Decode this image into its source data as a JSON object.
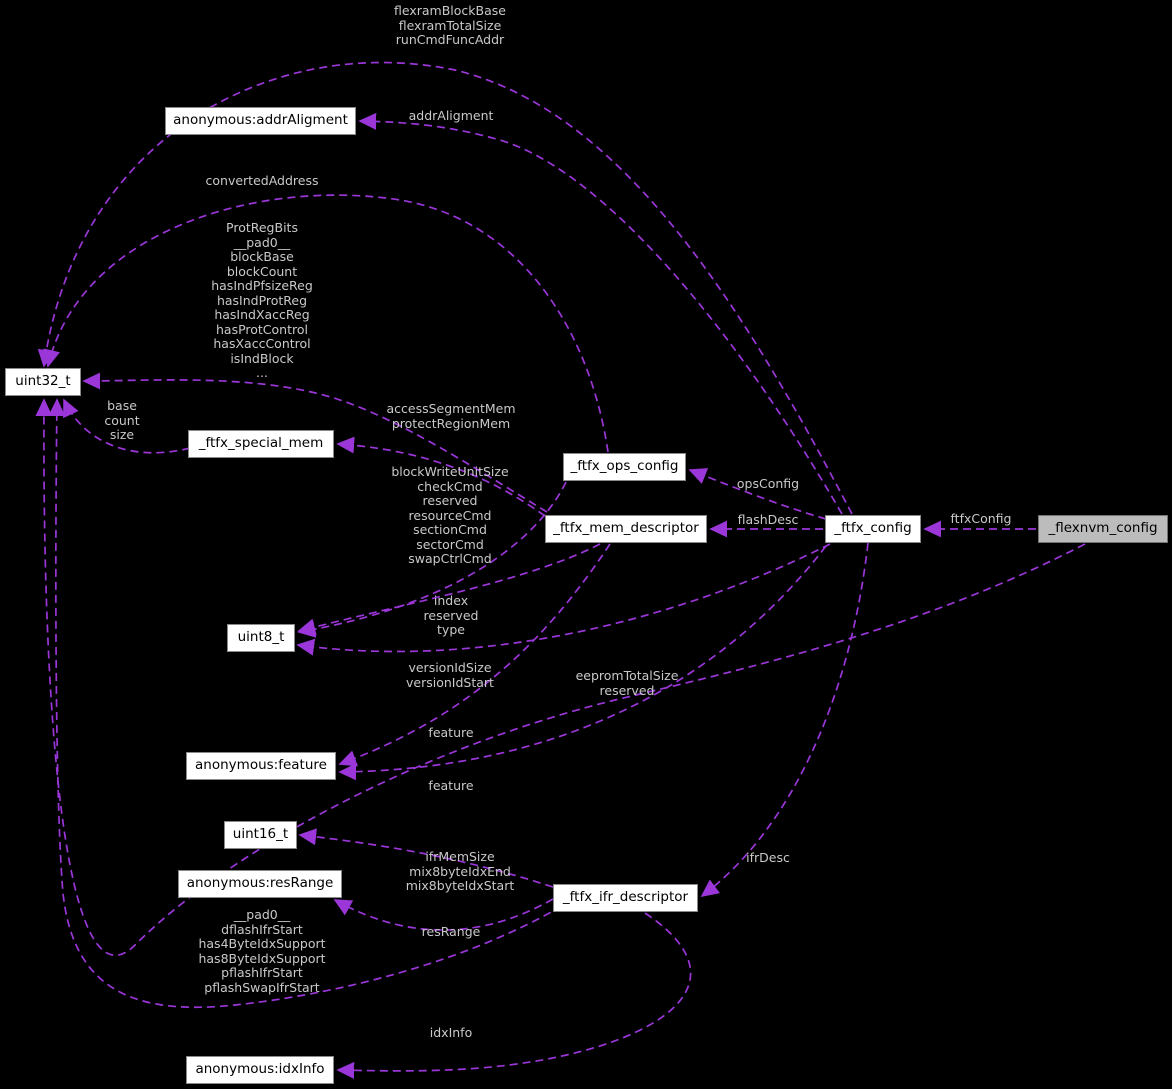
{
  "diagram": {
    "title": "Collaboration diagram for _flexnvm_config",
    "colors": {
      "bg": "#000000",
      "edge": "#9b36d9",
      "label": "#c9c9c9",
      "node_fill": "#ffffff",
      "node_border": "#8a8a8a",
      "node_text": "#000000",
      "hl_fill": "#bcbcbc",
      "hl_border": "#737373"
    }
  },
  "nodes": [
    {
      "label": "anonymous:addrAligment"
    },
    {
      "label": "uint32_t"
    },
    {
      "label": "_ftfx_special_mem"
    },
    {
      "label": "_ftfx_ops_config"
    },
    {
      "label": "_ftfx_mem_descriptor"
    },
    {
      "label": "_ftfx_config"
    },
    {
      "label": "_flexnvm_config"
    },
    {
      "label": "uint8_t"
    },
    {
      "label": "anonymous:feature"
    },
    {
      "label": "uint16_t"
    },
    {
      "label": "anonymous:resRange"
    },
    {
      "label": "_ftfx_ifr_descriptor"
    },
    {
      "label": "anonymous:idxInfo"
    }
  ],
  "edge_labels": [
    {
      "text": "flexramBlockBase\nflexramTotalSize\nrunCmdFuncAddr"
    },
    {
      "text": "addrAligment"
    },
    {
      "text": "convertedAddress"
    },
    {
      "text": "ProtRegBits\n__pad0__\nblockBase\nblockCount\nhasIndPfsizeReg\nhasIndProtReg\nhasIndXaccReg\nhasProtControl\nhasXaccControl\nisIndBlock\n..."
    },
    {
      "text": "base\ncount\nsize"
    },
    {
      "text": "accessSegmentMem\nprotectRegionMem"
    },
    {
      "text": "blockWriteUnitSize\ncheckCmd\nreserved\nresourceCmd\nsectionCmd\nsectorCmd\nswapCtrlCmd"
    },
    {
      "text": "opsConfig"
    },
    {
      "text": "flashDesc"
    },
    {
      "text": "ftfxConfig"
    },
    {
      "text": "index\nreserved\ntype"
    },
    {
      "text": "versionIdSize\nversionIdStart"
    },
    {
      "text": "eepromTotalSize\nreserved"
    },
    {
      "text": "feature"
    },
    {
      "text": "feature"
    },
    {
      "text": "ifrMemSize\nmix8byteIdxEnd\nmix8byteIdxStart"
    },
    {
      "text": "ifrDesc"
    },
    {
      "text": "__pad0__\ndflashIfrStart\nhas4ByteIdxSupport\nhas8ByteIdxSupport\npflashIfrStart\npflashSwapIfrStart"
    },
    {
      "text": "resRange"
    },
    {
      "text": "idxInfo"
    }
  ]
}
